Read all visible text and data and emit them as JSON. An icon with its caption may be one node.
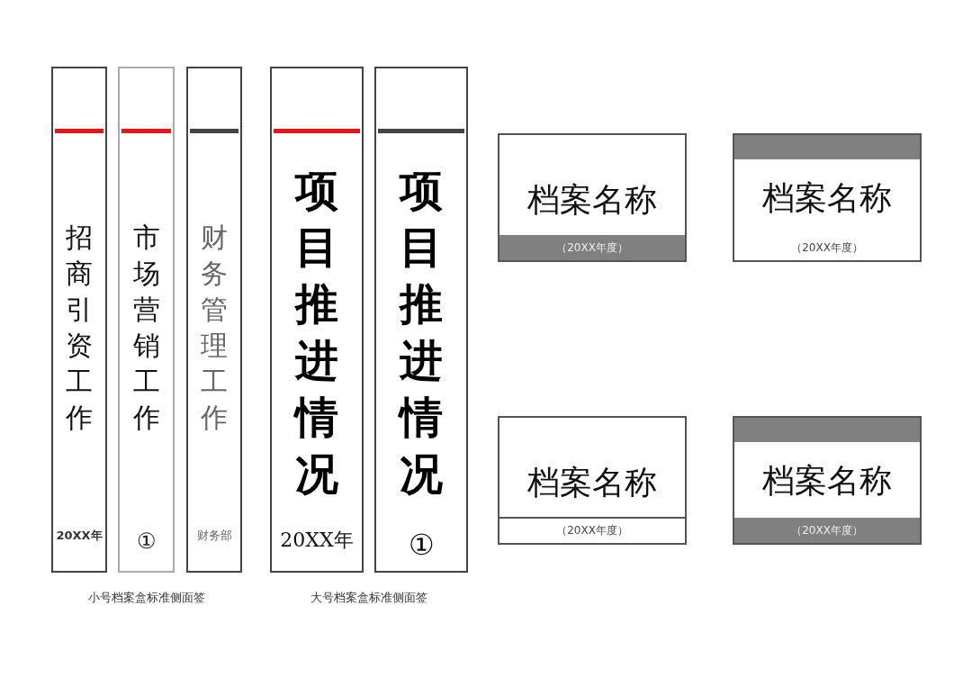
{
  "diagram": {
    "nodes": [
      {
        "text": [
          "招商引资工作",
          "20XX年"
        ]
      },
      {
        "text": [
          "市场营销工作",
          "①"
        ]
      },
      {
        "text": [
          "财务管理工作",
          "财务部"
        ]
      },
      {
        "text": [
          "项目推进情况",
          "20XX年"
        ]
      },
      {
        "text": [
          "项目推进情况",
          "①"
        ]
      },
      {
        "text": [
          "档案名称",
          "（20XX年度）"
        ]
      },
      {
        "text": [
          "档案名称",
          "（20XX年度）"
        ]
      },
      {
        "text": [
          "档案名称",
          "（20XX年度）"
        ]
      },
      {
        "text": [
          "档案名称",
          "（20XX年度）"
        ]
      }
    ],
    "labels": [
      "小号档案盒标准侧面签",
      "大号档案盒标准侧面签"
    ]
  }
}
